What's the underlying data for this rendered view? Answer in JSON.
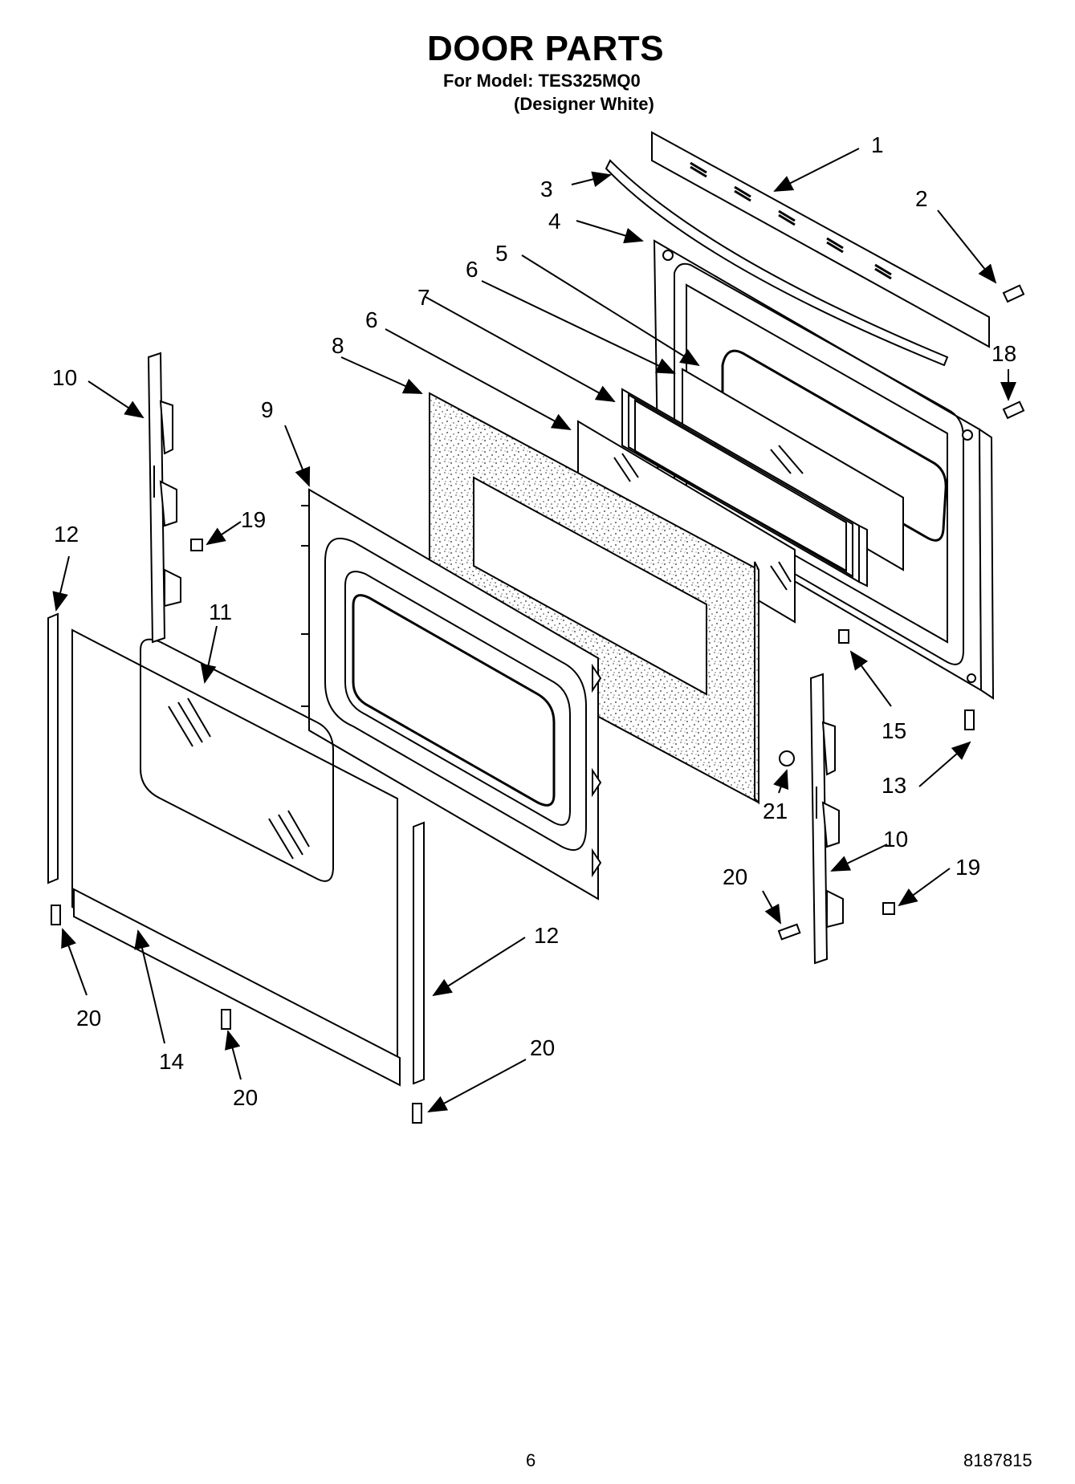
{
  "header": {
    "title": "DOOR PARTS",
    "model_line": "For Model: TES325MQ0",
    "color_line": "(Designer White)"
  },
  "footer": {
    "page_number": "6",
    "document_number": "8187815"
  },
  "callouts": [
    "1",
    "2",
    "3",
    "4",
    "5",
    "6",
    "7",
    "6",
    "8",
    "9",
    "10",
    "18",
    "19",
    "12",
    "11",
    "15",
    "21",
    "13",
    "10",
    "20",
    "19",
    "12",
    "20",
    "14",
    "20",
    "20"
  ]
}
